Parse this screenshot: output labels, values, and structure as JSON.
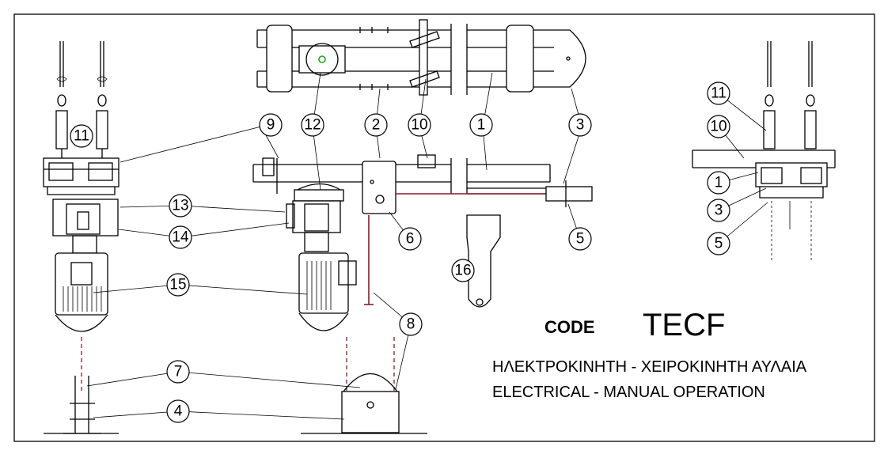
{
  "title": {
    "code_label": "CODE",
    "code_value": "TECF",
    "greek_line": "ΗΛΕΚΤΡΟΚΙΝΗΤΗ - ΧΕΙΡΟΚΙΝΗΤΗ ΑΥΛΑΙΑ",
    "english_line": "ELECTRICAL - MANUAL OPERATION"
  },
  "callouts": [
    "9",
    "12",
    "2",
    "10",
    "1",
    "3",
    "11",
    "13",
    "14",
    "6",
    "5",
    "16",
    "15",
    "8",
    "7",
    "4",
    "11",
    "10",
    "1",
    "3",
    "5"
  ]
}
